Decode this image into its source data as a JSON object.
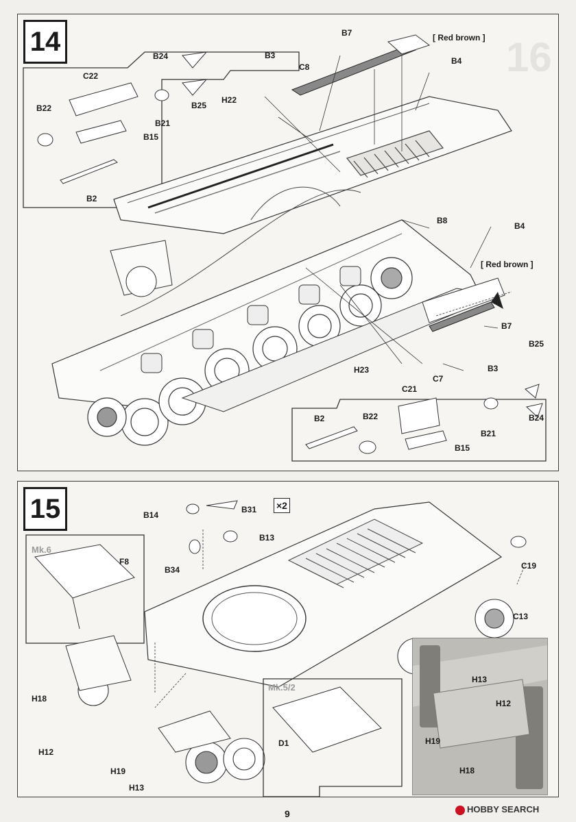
{
  "page": {
    "number": "9",
    "watermark": "HOBBY SEARCH"
  },
  "step14": {
    "number": "14",
    "note_red_brown_top": "[ Red brown ]",
    "note_red_brown_right": "[ Red brown ]",
    "labels": {
      "B24_top": "B24",
      "C22": "C22",
      "B22_top": "B22",
      "B21_top": "B21",
      "B25_top": "B25",
      "B15_top": "B15",
      "B2_top": "B2",
      "H22": "H22",
      "B3_top": "B3",
      "C8": "C8",
      "B7_top": "B7",
      "B4_top": "B4",
      "B8": "B8",
      "B4_right": "B4",
      "B7_right": "B7",
      "B25_right": "B25",
      "B3_right": "B3",
      "H23": "H23",
      "C7": "C7",
      "C21": "C21",
      "B2_bottom": "B2",
      "B22_bottom": "B22",
      "B21_bottom": "B21",
      "B24_bottom": "B24",
      "B15_bottom": "B15"
    }
  },
  "step15": {
    "number": "15",
    "qty": "×2",
    "mk6": "Mk.6",
    "mk52": "Mk.5/2",
    "labels": {
      "B14": "B14",
      "B31": "B31",
      "B13": "B13",
      "B34": "B34",
      "F8": "F8",
      "C19": "C19",
      "C13": "C13",
      "H18_left": "H18",
      "H12_left": "H12",
      "H19_left": "H19",
      "H13_left": "H13",
      "D1": "D1",
      "H13_photo": "H13",
      "H12_photo": "H12",
      "H19_photo": "H19",
      "H18_photo": "H18"
    }
  }
}
